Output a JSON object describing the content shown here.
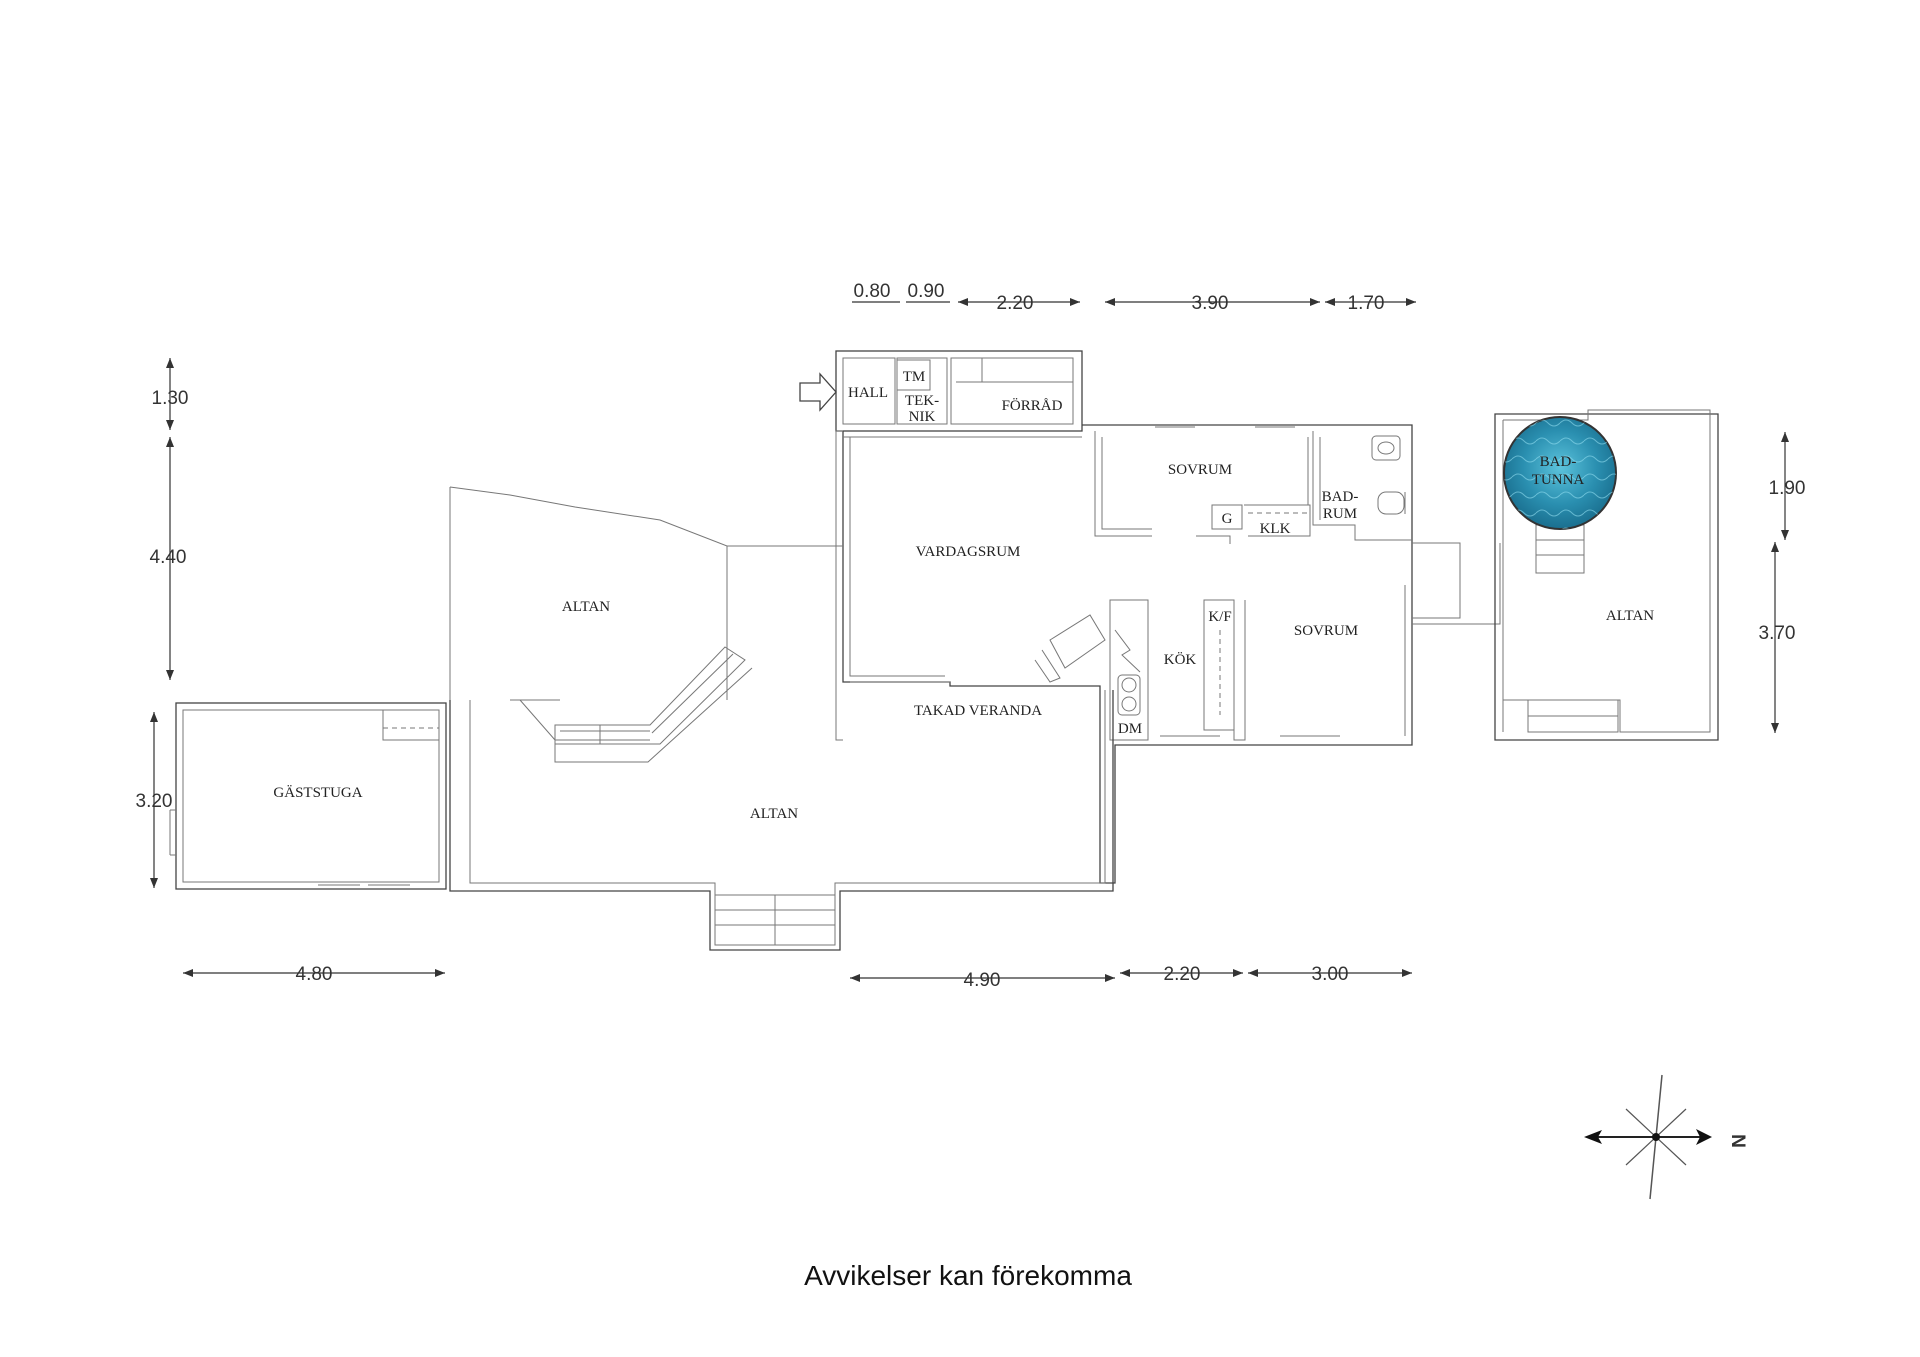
{
  "rooms": {
    "hall": "HALL",
    "tm": "TM",
    "teknik_1": "TEK-",
    "teknik_2": "NIK",
    "forrad": "FÖRRÅD",
    "sovrum_north": "SOVRUM",
    "badrum_1": "BAD-",
    "badrum_2": "RUM",
    "g": "G",
    "klk": "KLK",
    "vardagsrum": "VARDAGSRUM",
    "kok": "KÖK",
    "kf": "K/F",
    "dm": "DM",
    "sovrum_south": "SOVRUM",
    "takad_veranda": "TAKAD VERANDA",
    "altan_upper": "ALTAN",
    "altan_lower": "ALTAN",
    "altan_right": "ALTAN",
    "gaststuga": "GÄSTSTUGA",
    "badtunna_1": "BAD-",
    "badtunna_2": "TUNNA"
  },
  "dimensions": {
    "top": [
      "0.80",
      "0.90",
      "2.20",
      "3.90",
      "1.70"
    ],
    "bottom": [
      "4.80",
      "4.90",
      "2.20",
      "3.00"
    ],
    "left": [
      "1.30",
      "4.40",
      "3.20"
    ],
    "right": [
      "1.90",
      "3.70"
    ]
  },
  "compass": {
    "label": "N"
  },
  "colors": {
    "hot_tub": "#2a8fb0",
    "walls": "#444444"
  },
  "footer": {
    "note": "Avvikelser kan förekomma"
  }
}
